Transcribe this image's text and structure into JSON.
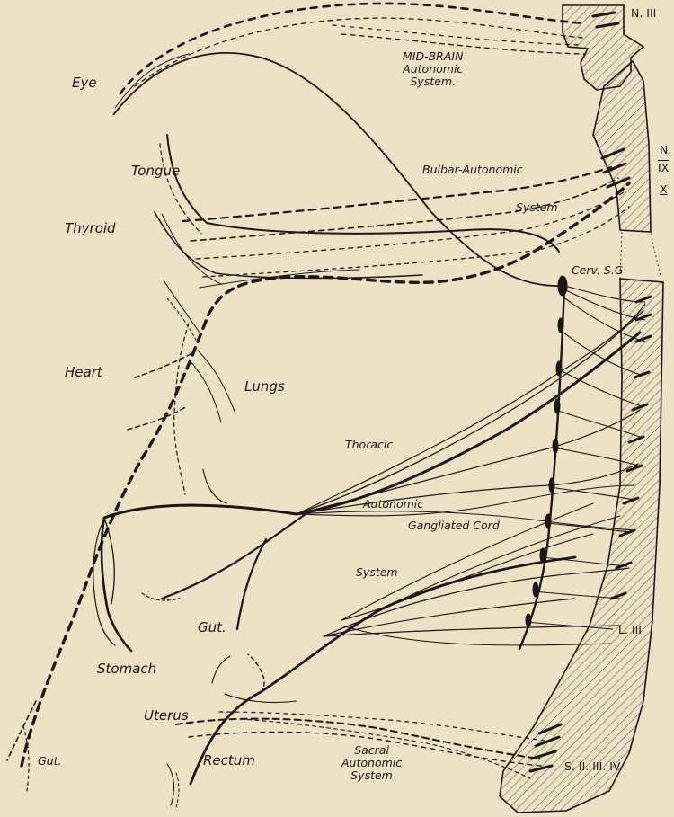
{
  "labels": {
    "eye": "Eye",
    "tongue": "Tongue",
    "thyroid": "Thyroid",
    "heart": "Heart",
    "lungs": "Lungs",
    "stomach": "Stomach",
    "gut_upper": "Gut.",
    "gut_lower": "Gut.",
    "uterus": "Uterus",
    "rectum": "Rectum",
    "midbrain_1": "MID-BRAIN",
    "midbrain_2": "Autonomic",
    "midbrain_3": "System.",
    "bulbar_1": "Bulbar-Autonomic",
    "bulbar_2": "System",
    "cerv": "Cerv. S.G",
    "thoracic_1": "Thoracic",
    "thoracic_2": "Autonomic",
    "thoracic_3": "Gangliated Cord",
    "thoracic_4": "System",
    "sacral_1": "Sacral",
    "sacral_2": "Autonomic",
    "sacral_3": "System",
    "nerve_3": "N. III",
    "nerve_n": "N.",
    "nerve_9": "IX",
    "nerve_10": "X",
    "lumbar": "L. III",
    "sacral_nerves": "S. II. III. IV."
  },
  "colors": {
    "background": "#ede2c6",
    "ink": "#1c1712",
    "hatch": "#5a4d3c"
  }
}
